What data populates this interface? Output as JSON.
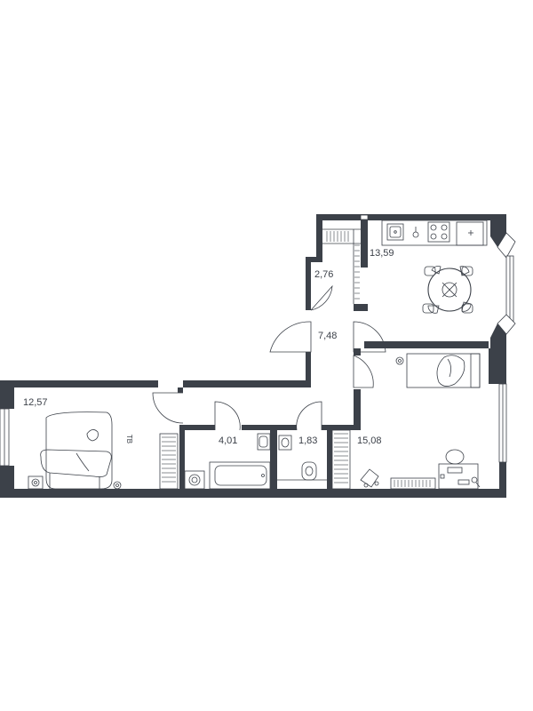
{
  "colors": {
    "wall": "#3c4149",
    "background": "#ffffff"
  },
  "rooms": {
    "kitchen": {
      "area": "13,59"
    },
    "closet": {
      "area": "2,76"
    },
    "hall": {
      "area": "7,48"
    },
    "bedroom_left": {
      "area": "12,57"
    },
    "bathroom": {
      "area": "4,01"
    },
    "wc": {
      "area": "1,83"
    },
    "bedroom_right": {
      "area": "15,08"
    }
  },
  "tv_mark": "ТВ",
  "icons": [
    "sink-icon",
    "stove-icon",
    "fridge-icon",
    "dining-table-icon",
    "bed-icon",
    "armchair-icon",
    "bathtub-icon",
    "toilet-icon",
    "washing-machine-icon",
    "desk-icon",
    "wardrobe-icon",
    "door-swing-icon",
    "window-icon"
  ]
}
